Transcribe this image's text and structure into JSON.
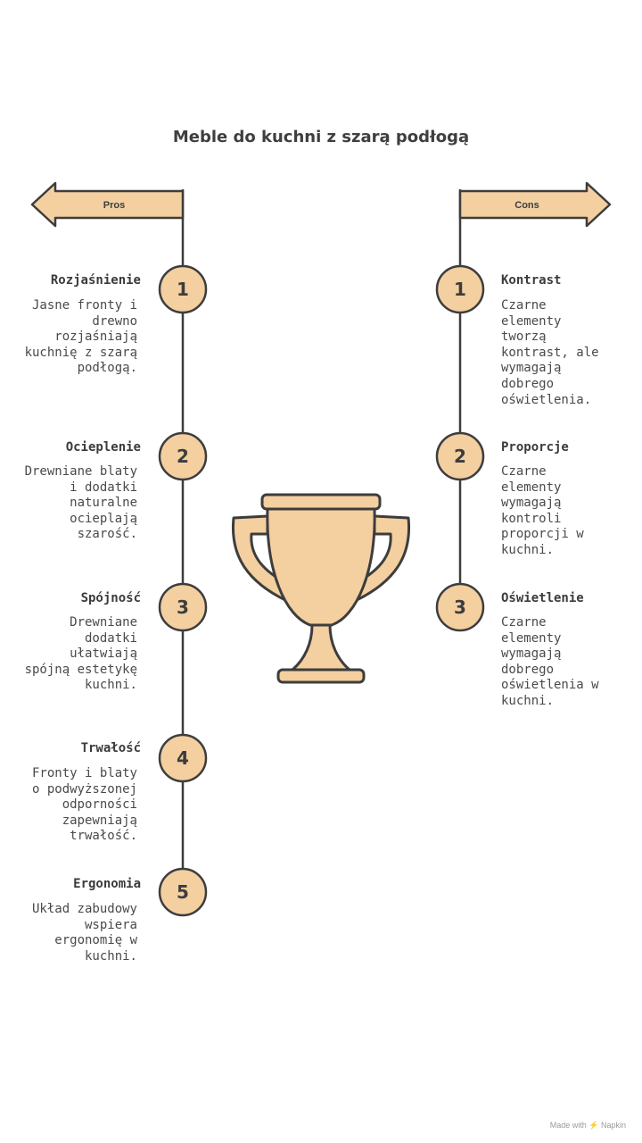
{
  "title": "Meble do kuchni z szarą podłogą",
  "pros": {
    "label": "Pros",
    "items": [
      {
        "num": "1",
        "title": "Rozjaśnienie",
        "desc": "Jasne fronty i drewno rozjaśniają kuchnię z szarą podłogą."
      },
      {
        "num": "2",
        "title": "Ocieplenie",
        "desc": "Drewniane blaty i dodatki naturalne ocieplają szarość."
      },
      {
        "num": "3",
        "title": "Spójność",
        "desc": "Drewniane dodatki ułatwiają spójną estetykę kuchni."
      },
      {
        "num": "4",
        "title": "Trwałość",
        "desc": "Fronty i blaty o podwyższonej odporności zapewniają trwałość."
      },
      {
        "num": "5",
        "title": "Ergonomia",
        "desc": "Układ zabudowy wspiera ergonomię w kuchni."
      }
    ]
  },
  "cons": {
    "label": "Cons",
    "items": [
      {
        "num": "1",
        "title": "Kontrast",
        "desc": "Czarne elementy tworzą kontrast, ale wymagają dobrego oświetlenia."
      },
      {
        "num": "2",
        "title": "Proporcje",
        "desc": "Czarne elementy wymagają kontroli proporcji w kuchni."
      },
      {
        "num": "3",
        "title": "Oświetlenie",
        "desc": "Czarne elementy wymagają dobrego oświetlenia w kuchni."
      }
    ]
  },
  "footer": "Made with ⚡ Napkin",
  "colors": {
    "fill": "#f4cfa0",
    "stroke": "#3d3d3d"
  },
  "icons": [
    "trophy-icon"
  ]
}
